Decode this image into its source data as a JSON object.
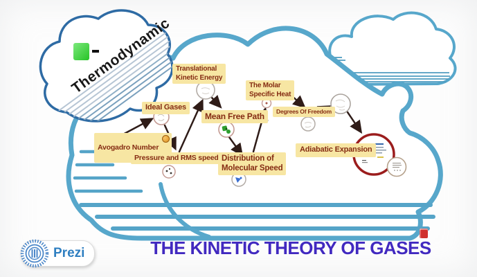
{
  "canvas": {
    "title": "THE KINETIC THEORY OF GASES",
    "thermo_cloud_label": "Thermodynamic"
  },
  "topics": {
    "translational": "Translational\nKinetic Energy",
    "ideal_gases": "Ideal Gases",
    "avogadro": "Avogadro Number",
    "pressure_rms": "Pressure and RMS speed",
    "mean_free_path": "Mean Free Path",
    "distribution": "Distribution of\nMolecular Speed",
    "molar_specific_heat": "The Molar\nSpecific Heat",
    "degrees_of_freedom": "Degrees Of Freedom",
    "adiabatic_expansion": "Adiabatic Expansion"
  },
  "connections": [
    {
      "from": "avogadro",
      "to": "ideal_gases"
    },
    {
      "from": "ideal_gases",
      "to": "pressure_rms"
    },
    {
      "from": "pressure_rms",
      "to": "translational"
    },
    {
      "from": "translational",
      "to": "mean_free_path"
    },
    {
      "from": "mean_free_path",
      "to": "distribution"
    },
    {
      "from": "distribution",
      "to": "molar_specific_heat"
    },
    {
      "from": "molar_specific_heat",
      "to": "degrees_of_freedom"
    },
    {
      "from": "degrees_of_freedom",
      "to": "junction-circle"
    },
    {
      "from": "junction-circle",
      "to": "adiabatic_expansion"
    }
  ],
  "brand": {
    "name": "Prezi"
  },
  "icons": {
    "thermo_media": "green-media-chip-icon",
    "avogadro_badge": "orange-badge-icon",
    "mean_free_path_glyph": "green-molecule-icon",
    "distribution_glyph": "blue-speed-icon",
    "brand_mark": "prezi-sunburst-icon",
    "corner_marker": "red-marker-icon"
  },
  "colors": {
    "cloud_stroke": "#57a7cb",
    "thermo_cloud_stroke": "#2e6ba4",
    "label_bg": "#f7e6a3",
    "label_text": "#852c13",
    "title_text": "#4129c0",
    "arrow": "#2f1c18",
    "adiabatic_ring": "#9b1d1d",
    "brand_blue": "#2f7fc1"
  }
}
